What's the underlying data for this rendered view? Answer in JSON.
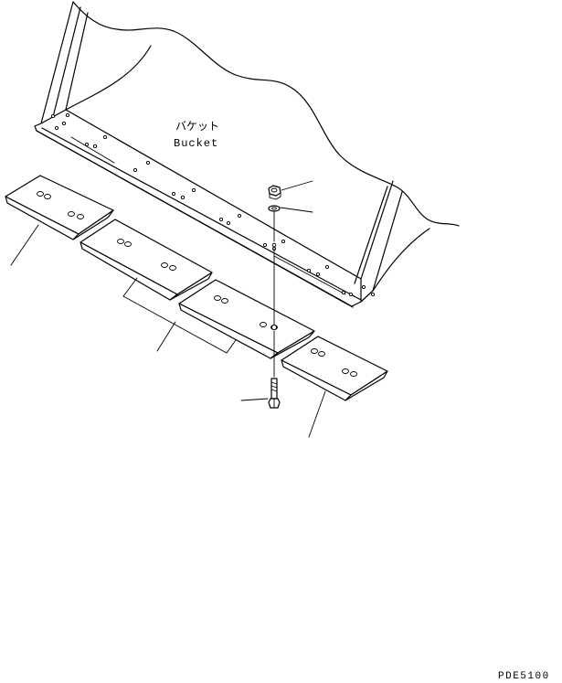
{
  "labels": {
    "bucket_jp": "バケット",
    "bucket_en": "Bucket",
    "figure_code": "PDE5100"
  }
}
